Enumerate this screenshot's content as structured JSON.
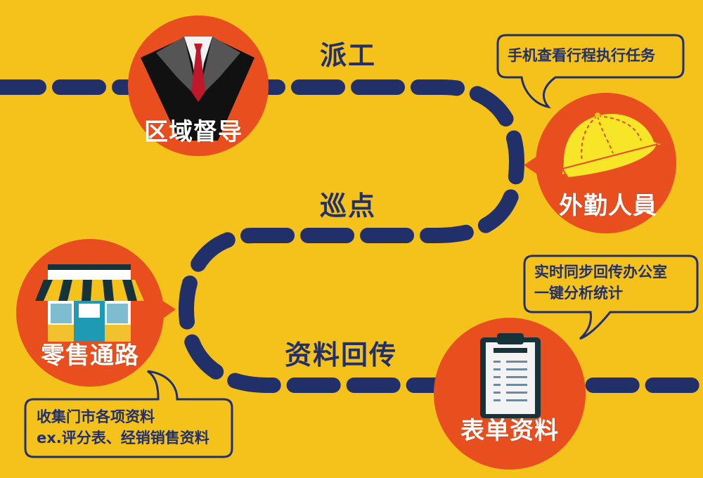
{
  "colors": {
    "background": "#F5C21B",
    "path": "#22306A",
    "node": "#E94E1F",
    "bubble_stroke": "#22306A",
    "node_text": "#FFFFFF"
  },
  "steps": [
    {
      "label": "派工"
    },
    {
      "label": "巡点"
    },
    {
      "label": "资料回传"
    }
  ],
  "nodes": [
    {
      "id": "supervisor",
      "label": "区域督导",
      "icon": "suit-tie-icon"
    },
    {
      "id": "field_staff",
      "label": "外勤人員",
      "icon": "cap-icon"
    },
    {
      "id": "retail",
      "label": "零售通路",
      "icon": "storefront-icon"
    },
    {
      "id": "forms",
      "label": "表单资料",
      "icon": "clipboard-icon"
    }
  ],
  "bubbles": [
    {
      "id": "field_staff_note",
      "lines": [
        "手机查看行程执行任务"
      ]
    },
    {
      "id": "retail_note",
      "lines": [
        "收集门市各项资料",
        "ex.评分表、经销销售资料"
      ]
    },
    {
      "id": "forms_note",
      "lines": [
        "实时同步回传办公室",
        "一键分析统计"
      ]
    }
  ]
}
